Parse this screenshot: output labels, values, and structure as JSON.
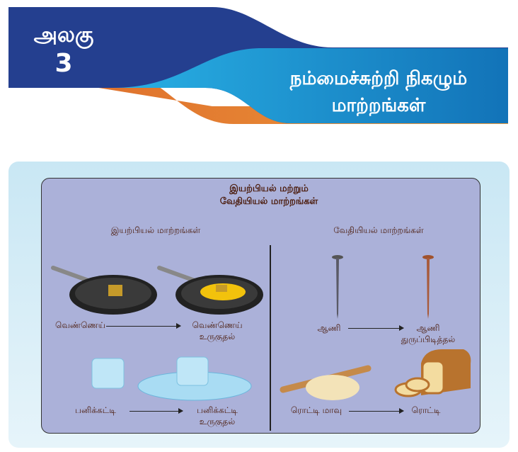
{
  "banner": {
    "unit_label": "அலகு",
    "unit_number": "3",
    "title_line1": "நம்மைச்சுற்றி நிகழும்",
    "title_line2": "மாற்றங்கள்"
  },
  "box": {
    "title_line1": "இயற்பியல் மற்றும்",
    "title_line2": "வேதியியல் மாற்றங்கள்",
    "physical": {
      "heading": "இயற்பியல் மாற்றங்கள்",
      "butter": "வெண்ணெய்",
      "butter_melt_1": "வெண்ணெய்",
      "butter_melt_2": "உருகுதல்",
      "ice": "பனிக்கட்டி",
      "ice_melt_1": "பனிக்கட்டி",
      "ice_melt_2": "உருகுதல்"
    },
    "chemical": {
      "heading": "வேதியியல் மாற்றங்கள்",
      "nail": "ஆணி",
      "nail_rust_1": "ஆணி",
      "nail_rust_2": "துருப்பிடித்தல்",
      "dough": "ரொட்டி மாவு",
      "bread": "ரொட்டி"
    }
  },
  "colors": {
    "banner_dark": "#243f8f",
    "banner_light": "#29a9e1",
    "banner_orange": "#e07a30",
    "panel": "#abb1d9",
    "text": "#4a1a0a"
  }
}
